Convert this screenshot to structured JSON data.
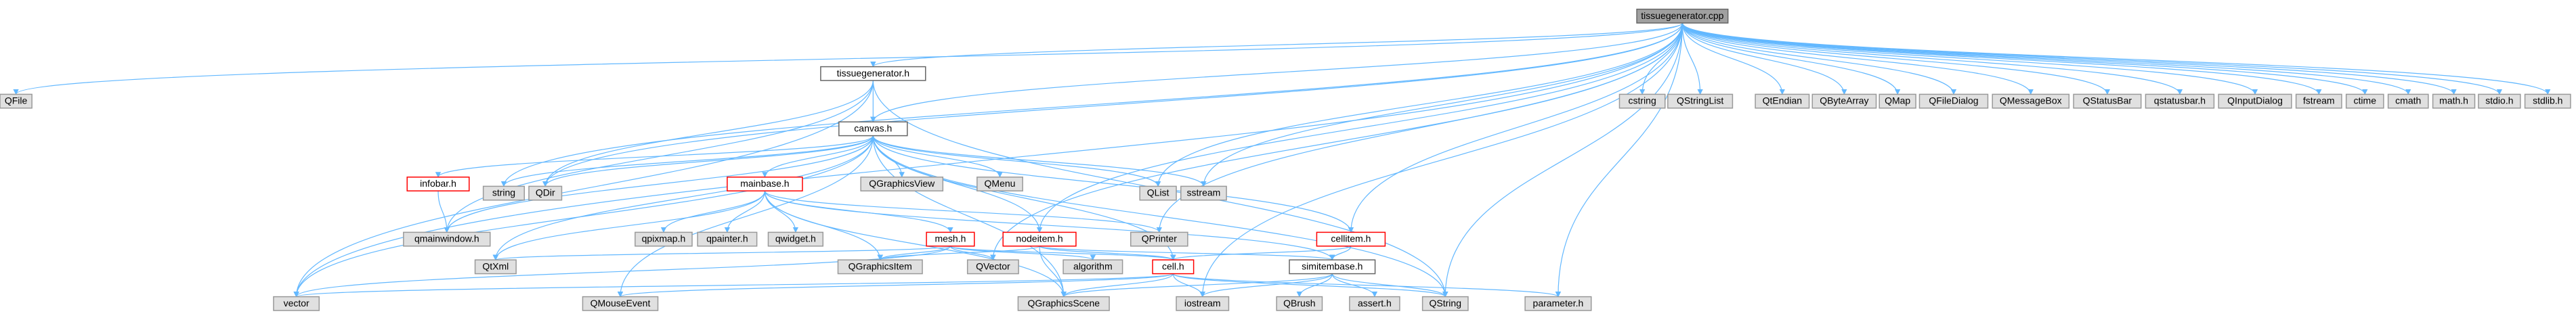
{
  "diagram": {
    "title": "tissuegenerator.cpp include dependency graph",
    "edge_color": "#63b8ff",
    "nodes": {
      "root": {
        "label": "tissuegenerator.cpp",
        "style": "root"
      },
      "QFile": {
        "label": "QFile",
        "style": "system"
      },
      "tissuegenerator_h": {
        "label": "tissuegenerator.h",
        "style": "project"
      },
      "cstring": {
        "label": "cstring",
        "style": "system"
      },
      "QStringList": {
        "label": "QStringList",
        "style": "system"
      },
      "QtEndian": {
        "label": "QtEndian",
        "style": "system"
      },
      "QByteArray": {
        "label": "QByteArray",
        "style": "system"
      },
      "QMap": {
        "label": "QMap",
        "style": "system"
      },
      "QFileDialog": {
        "label": "QFileDialog",
        "style": "system"
      },
      "QMessageBox": {
        "label": "QMessageBox",
        "style": "system"
      },
      "QStatusBar": {
        "label": "QStatusBar",
        "style": "system"
      },
      "qstatusbar_h": {
        "label": "qstatusbar.h",
        "style": "system"
      },
      "QInputDialog": {
        "label": "QInputDialog",
        "style": "system"
      },
      "fstream": {
        "label": "fstream",
        "style": "system"
      },
      "ctime": {
        "label": "ctime",
        "style": "system"
      },
      "cmath": {
        "label": "cmath",
        "style": "system"
      },
      "math_h": {
        "label": "math.h",
        "style": "system"
      },
      "stdio_h": {
        "label": "stdio.h",
        "style": "system"
      },
      "stdlib_h": {
        "label": "stdlib.h",
        "style": "system"
      },
      "canvas_h": {
        "label": "canvas.h",
        "style": "project"
      },
      "string": {
        "label": "string",
        "style": "system"
      },
      "QDir": {
        "label": "QDir",
        "style": "system"
      },
      "infobar_h": {
        "label": "infobar.h",
        "style": "red"
      },
      "mainbase_h": {
        "label": "mainbase.h",
        "style": "red"
      },
      "QGraphicsView": {
        "label": "QGraphicsView",
        "style": "system"
      },
      "QMenu": {
        "label": "QMenu",
        "style": "system"
      },
      "QList": {
        "label": "QList",
        "style": "system"
      },
      "sstream": {
        "label": "sstream",
        "style": "system"
      },
      "qmainwindow_h": {
        "label": "qmainwindow.h",
        "style": "system"
      },
      "qpixmap_h": {
        "label": "qpixmap.h",
        "style": "system"
      },
      "qpainter_h": {
        "label": "qpainter.h",
        "style": "system"
      },
      "qwidget_h": {
        "label": "qwidget.h",
        "style": "system"
      },
      "mesh_h": {
        "label": "mesh.h",
        "style": "red"
      },
      "nodeitem_h": {
        "label": "nodeitem.h",
        "style": "red"
      },
      "QPrinter": {
        "label": "QPrinter",
        "style": "system"
      },
      "cellitem_h": {
        "label": "cellitem.h",
        "style": "red"
      },
      "QtXml": {
        "label": "QtXml",
        "style": "system"
      },
      "QGraphicsItem": {
        "label": "QGraphicsItem",
        "style": "system"
      },
      "QVector": {
        "label": "QVector",
        "style": "system"
      },
      "algorithm": {
        "label": "algorithm",
        "style": "system"
      },
      "cell_h": {
        "label": "cell.h",
        "style": "red"
      },
      "simitembase_h": {
        "label": "simitembase.h",
        "style": "project"
      },
      "vector": {
        "label": "vector",
        "style": "system"
      },
      "QMouseEvent": {
        "label": "QMouseEvent",
        "style": "system"
      },
      "QGraphicsScene": {
        "label": "QGraphicsScene",
        "style": "system"
      },
      "iostream": {
        "label": "iostream",
        "style": "system"
      },
      "QBrush": {
        "label": "QBrush",
        "style": "system"
      },
      "assert_h": {
        "label": "assert.h",
        "style": "system"
      },
      "QString": {
        "label": "QString",
        "style": "system"
      },
      "parameter_h": {
        "label": "parameter.h",
        "style": "system"
      }
    },
    "edges": [
      [
        "root",
        "QFile"
      ],
      [
        "root",
        "tissuegenerator_h"
      ],
      [
        "root",
        "cstring"
      ],
      [
        "root",
        "QStringList"
      ],
      [
        "root",
        "QtEndian"
      ],
      [
        "root",
        "QByteArray"
      ],
      [
        "root",
        "QMap"
      ],
      [
        "root",
        "QFileDialog"
      ],
      [
        "root",
        "QMessageBox"
      ],
      [
        "root",
        "QStatusBar"
      ],
      [
        "root",
        "qstatusbar_h"
      ],
      [
        "root",
        "QInputDialog"
      ],
      [
        "root",
        "fstream"
      ],
      [
        "root",
        "ctime"
      ],
      [
        "root",
        "cmath"
      ],
      [
        "root",
        "math_h"
      ],
      [
        "root",
        "stdio_h"
      ],
      [
        "root",
        "stdlib_h"
      ],
      [
        "root",
        "vector"
      ],
      [
        "root",
        "string"
      ],
      [
        "root",
        "QDir"
      ],
      [
        "root",
        "QList"
      ],
      [
        "root",
        "sstream"
      ],
      [
        "root",
        "QPrinter"
      ],
      [
        "root",
        "QString"
      ],
      [
        "root",
        "parameter_h"
      ],
      [
        "root",
        "cellitem_h"
      ],
      [
        "root",
        "nodeitem_h"
      ],
      [
        "root",
        "QVector"
      ],
      [
        "root",
        "iostream"
      ],
      [
        "root",
        "canvas_h"
      ],
      [
        "tissuegenerator_h",
        "canvas_h"
      ],
      [
        "tissuegenerator_h",
        "QDir"
      ],
      [
        "tissuegenerator_h",
        "qmainwindow_h"
      ],
      [
        "tissuegenerator_h",
        "vector"
      ],
      [
        "tissuegenerator_h",
        "QString"
      ],
      [
        "canvas_h",
        "string"
      ],
      [
        "canvas_h",
        "QDir"
      ],
      [
        "canvas_h",
        "infobar_h"
      ],
      [
        "canvas_h",
        "mainbase_h"
      ],
      [
        "canvas_h",
        "QGraphicsView"
      ],
      [
        "canvas_h",
        "QMenu"
      ],
      [
        "canvas_h",
        "QList"
      ],
      [
        "canvas_h",
        "sstream"
      ],
      [
        "canvas_h",
        "nodeitem_h"
      ],
      [
        "canvas_h",
        "cellitem_h"
      ],
      [
        "canvas_h",
        "cell_h"
      ],
      [
        "canvas_h",
        "QtXml"
      ],
      [
        "canvas_h",
        "vector"
      ],
      [
        "canvas_h",
        "QMouseEvent"
      ],
      [
        "canvas_h",
        "QGraphicsScene"
      ],
      [
        "canvas_h",
        "QString"
      ],
      [
        "canvas_h",
        "qmainwindow_h"
      ],
      [
        "infobar_h",
        "qmainwindow_h"
      ],
      [
        "mainbase_h",
        "qpixmap_h"
      ],
      [
        "mainbase_h",
        "qpainter_h"
      ],
      [
        "mainbase_h",
        "qwidget_h"
      ],
      [
        "mainbase_h",
        "QGraphicsItem"
      ],
      [
        "mainbase_h",
        "QGraphicsScene"
      ],
      [
        "mainbase_h",
        "QPrinter"
      ],
      [
        "mainbase_h",
        "mesh_h"
      ],
      [
        "mainbase_h",
        "QtXml"
      ],
      [
        "mainbase_h",
        "simitembase_h"
      ],
      [
        "mesh_h",
        "QGraphicsItem"
      ],
      [
        "mesh_h",
        "QVector"
      ],
      [
        "mesh_h",
        "algorithm"
      ],
      [
        "mesh_h",
        "cell_h"
      ],
      [
        "mesh_h",
        "QtXml"
      ],
      [
        "mesh_h",
        "vector"
      ],
      [
        "nodeitem_h",
        "QGraphicsItem"
      ],
      [
        "nodeitem_h",
        "cell_h"
      ],
      [
        "nodeitem_h",
        "simitembase_h"
      ],
      [
        "nodeitem_h",
        "QGraphicsScene"
      ],
      [
        "cellitem_h",
        "cell_h"
      ],
      [
        "cellitem_h",
        "simitembase_h"
      ],
      [
        "cell_h",
        "vector"
      ],
      [
        "cell_h",
        "QMouseEvent"
      ],
      [
        "cell_h",
        "QGraphicsScene"
      ],
      [
        "cell_h",
        "iostream"
      ],
      [
        "cell_h",
        "QString"
      ],
      [
        "cell_h",
        "parameter_h"
      ],
      [
        "simitembase_h",
        "QGraphicsScene"
      ],
      [
        "simitembase_h",
        "iostream"
      ],
      [
        "simitembase_h",
        "QBrush"
      ],
      [
        "simitembase_h",
        "assert_h"
      ],
      [
        "simitembase_h",
        "QString"
      ]
    ]
  }
}
